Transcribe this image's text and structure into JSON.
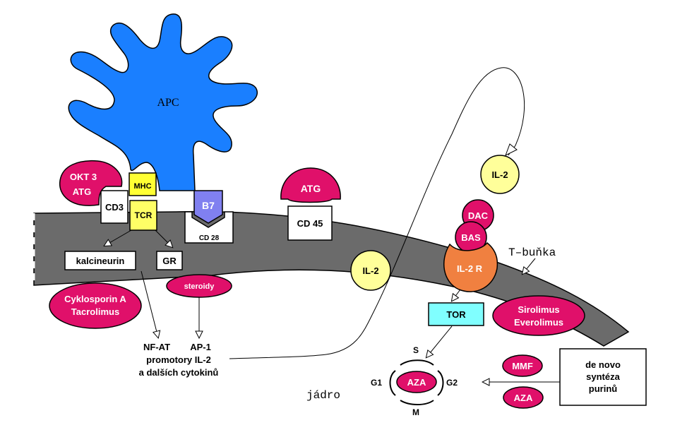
{
  "labels": {
    "apc": "APC",
    "mhc": "MHC",
    "b7": "B7",
    "cd28": "CD 28",
    "okt3": "OKT 3",
    "atg_left": "ATG",
    "cd3": "CD3",
    "tcr": "TCR",
    "atg_top": "ATG",
    "cd45": "CD 45",
    "kalcineurin": "kalcineurin",
    "gr": "GR",
    "steroidy": "steroidy",
    "cyklosporin": "Cyklosporin A",
    "tacrolimus": "Tacrolimus",
    "nfat": "NF-AT",
    "ap1": "AP-1",
    "promotory": "promotory IL-2",
    "dalsich": "a dalších cytokinů",
    "il2_membrane": "IL-2",
    "il2_free": "IL-2",
    "dac": "DAC",
    "bas": "BAS",
    "il2r": "IL-2 R",
    "tbunka": "T–buňka",
    "tor": "TOR",
    "sirolimus": "Sirolimus",
    "everolimus": "Everolimus",
    "jadro": "jádro",
    "phase_s": "S",
    "phase_g1": "G1",
    "phase_g2": "G2",
    "phase_m": "M",
    "aza_cycle": "AZA",
    "mmf": "MMF",
    "aza_bottom": "AZA",
    "denovo1": "de novo",
    "denovo2": "syntéza",
    "denovo3": "purinů"
  },
  "colors": {
    "apc": "#1a7fff",
    "membrane": "#6b6b6b",
    "magenta": "#e0106a",
    "yellow": "#ffff9a",
    "mhc_yellow": "#ffff33",
    "b7": "#8080f0",
    "il2r": "#f08040",
    "tor": "#80ffff"
  }
}
